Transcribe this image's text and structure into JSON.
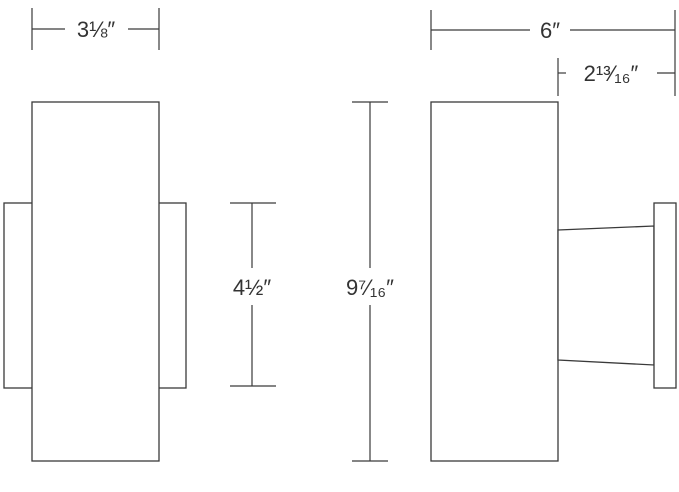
{
  "dimensions": {
    "front_width": "3⅛″",
    "mount_height": "4½″",
    "overall_height": "9⁷⁄₁₆″",
    "overall_depth": "6″",
    "arm_depth": "2¹³⁄₁₆″"
  },
  "colors": {
    "line": "#3a3a3a",
    "background": "#ffffff"
  }
}
